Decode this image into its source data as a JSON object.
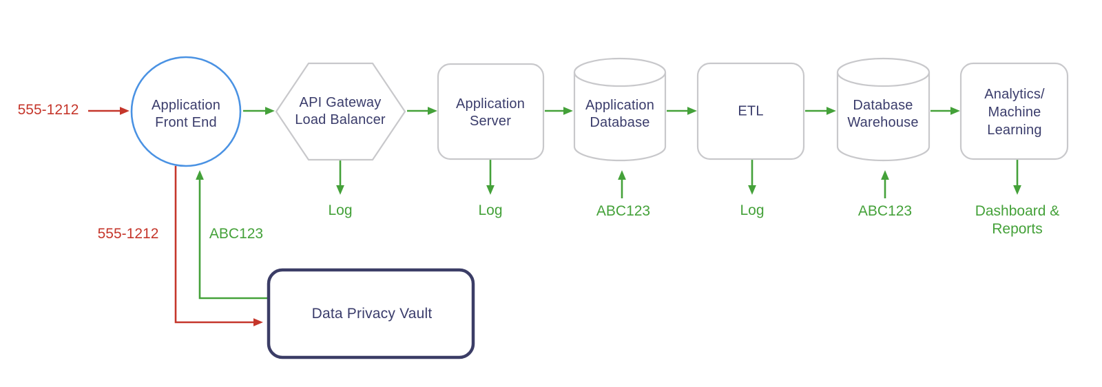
{
  "colors": {
    "red": "#c5362b",
    "green": "#44a139",
    "blue": "#4a92e3",
    "gray": "#c8c8cb",
    "navy": "#3a3c6b",
    "vault_border": "#3b3d66"
  },
  "nodes": {
    "front_end": {
      "line1": "Application",
      "line2": "Front End"
    },
    "api_gateway": {
      "line1": "API Gateway",
      "line2": "Load Balancer"
    },
    "app_server": {
      "line1": "Application",
      "line2": "Server"
    },
    "app_database": {
      "line1": "Application",
      "line2": "Database"
    },
    "etl": {
      "line1": "ETL"
    },
    "db_warehouse": {
      "line1": "Database",
      "line2": "Warehouse"
    },
    "analytics": {
      "line1": "Analytics/",
      "line2": "Machine",
      "line3": "Learning"
    },
    "vault": {
      "label": "Data Privacy Vault"
    }
  },
  "flow_labels": {
    "input_phone": "555-1212",
    "vault_in_phone": "555-1212",
    "vault_out_token": "ABC123",
    "log_gateway": "Log",
    "log_server": "Log",
    "token_database": "ABC123",
    "log_etl": "Log",
    "token_warehouse": "ABC123",
    "dashboard_line1": "Dashboard &",
    "dashboard_line2": "Reports"
  }
}
